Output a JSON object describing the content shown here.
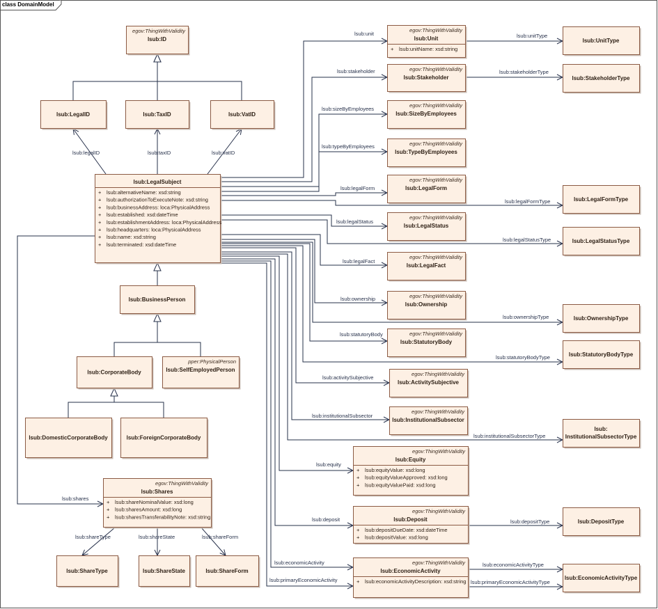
{
  "frame": {
    "title": "class DomainModel"
  },
  "classes": [
    {
      "id": "ID",
      "name": "lsub:ID",
      "stereotype": "egov:ThingWithValidity",
      "attributes": []
    },
    {
      "id": "LegalID",
      "name": "lsub:LegalID",
      "stereotype": "",
      "attributes": []
    },
    {
      "id": "TaxID",
      "name": "lsub:TaxID",
      "stereotype": "",
      "attributes": []
    },
    {
      "id": "VatID",
      "name": "lsub:VatID",
      "stereotype": "",
      "attributes": []
    },
    {
      "id": "LegalSubject",
      "name": "lsub:LegalSubject",
      "stereotype": "",
      "attributes": [
        "lsub:alternativeName: xsd:string",
        "lsub:authorizationToExecuteNote: xsd:string",
        "lsub:businessAddress: loca:PhysicalAddress",
        "lsub:established: xsd:dateTime",
        "lsub:establishmentAddress: loca:PhysicalAddress",
        "lsub:headquarters: loca:PhysicalAddress",
        "lsub:name: xsd:string",
        "lsub:terminated: xsd:dateTime"
      ]
    },
    {
      "id": "BusinessPerson",
      "name": "lsub:BusinessPerson",
      "stereotype": "",
      "attributes": []
    },
    {
      "id": "CorporateBody",
      "name": "lsub:CorporateBody",
      "stereotype": "",
      "attributes": []
    },
    {
      "id": "SelfEmployedPerson",
      "name": "lsub:SelfEmployedPerson",
      "stereotype": "pper:PhysicalPerson",
      "attributes": []
    },
    {
      "id": "DomesticCorporateBody",
      "name": "lsub:DomesticCorporateBody",
      "stereotype": "",
      "attributes": []
    },
    {
      "id": "ForeignCorporateBody",
      "name": "lsub:ForeignCorporateBody",
      "stereotype": "",
      "attributes": []
    },
    {
      "id": "Shares",
      "name": "lsub:Shares",
      "stereotype": "egov:ThingWithValidity",
      "attributes": [
        "lsub:shareNominalValue: xsd:long",
        "lsub:sharesAmount: xsd:long",
        "lsub:sharesTransferabilityNote: xsd:string"
      ]
    },
    {
      "id": "ShareType",
      "name": "lsub:ShareType",
      "stereotype": "",
      "attributes": []
    },
    {
      "id": "ShareState",
      "name": "lsub:ShareState",
      "stereotype": "",
      "attributes": []
    },
    {
      "id": "ShareForm",
      "name": "lsub:ShareForm",
      "stereotype": "",
      "attributes": []
    },
    {
      "id": "Unit",
      "name": "lsub:Unit",
      "stereotype": "egov:ThingWithValidity",
      "attributes": [
        "lsub:unitName: xsd:string"
      ]
    },
    {
      "id": "UnitType",
      "name": "lsub:UnitType",
      "stereotype": "",
      "attributes": []
    },
    {
      "id": "Stakeholder",
      "name": "lsub:Stakeholder",
      "stereotype": "egov:ThingWithValidity",
      "attributes": []
    },
    {
      "id": "StakeholderType",
      "name": "lsub:StakeholderType",
      "stereotype": "",
      "attributes": []
    },
    {
      "id": "SizeByEmployees",
      "name": "lsub:SizeByEmployees",
      "stereotype": "egov:ThingWithValidity",
      "attributes": []
    },
    {
      "id": "TypeByEmployees",
      "name": "lsub:TypeByEmployees",
      "stereotype": "egov:ThingWithValidity",
      "attributes": []
    },
    {
      "id": "LegalForm",
      "name": "lsub:LegalForm",
      "stereotype": "egov:ThingWithValidity",
      "attributes": []
    },
    {
      "id": "LegalFormType",
      "name": "lsub:LegalFormType",
      "stereotype": "",
      "attributes": []
    },
    {
      "id": "LegalStatus",
      "name": "lsub:LegalStatus",
      "stereotype": "egov:ThingWithValidity",
      "attributes": []
    },
    {
      "id": "LegalStatusType",
      "name": "lsub:LegalStatusType",
      "stereotype": "",
      "attributes": []
    },
    {
      "id": "LegalFact",
      "name": "lsub:LegalFact",
      "stereotype": "egov:ThingWithValidity",
      "attributes": []
    },
    {
      "id": "Ownership",
      "name": "lsub:Ownership",
      "stereotype": "egov:ThingWithValidity",
      "attributes": []
    },
    {
      "id": "OwnershipType",
      "name": "lsub:OwnershipType",
      "stereotype": "",
      "attributes": []
    },
    {
      "id": "StatutoryBody",
      "name": "lsub:StatutoryBody",
      "stereotype": "egov:ThingWithValidity",
      "attributes": []
    },
    {
      "id": "StatutoryBodyType",
      "name": "lsub:StatutoryBodyType",
      "stereotype": "",
      "attributes": []
    },
    {
      "id": "ActivitySubjective",
      "name": "lsub:ActivitySubjective",
      "stereotype": "egov:ThingWithValidity",
      "attributes": []
    },
    {
      "id": "InstitutionalSubsector",
      "name": "lsub:InstitutionalSubsector",
      "stereotype": "egov:ThingWithValidity",
      "attributes": []
    },
    {
      "id": "InstitutionalSubsectorType",
      "name": "lsub:\nInstitutionalSubsectorType",
      "stereotype": "",
      "attributes": []
    },
    {
      "id": "Equity",
      "name": "lsub:Equity",
      "stereotype": "egov:ThingWithValidity",
      "attributes": [
        "lsub:equityValue: xsd:long",
        "lsub:equityValueApproved: xsd:long",
        "lsub:equityValuePaid: xsd:long"
      ]
    },
    {
      "id": "Deposit",
      "name": "lsub:Deposit",
      "stereotype": "egov:ThingWithValidity",
      "attributes": [
        "lsub:depositDueDate: xsd:dateTime",
        "lsub:depositValue: xsd:long"
      ]
    },
    {
      "id": "DepositType",
      "name": "lsub:DepositType",
      "stereotype": "",
      "attributes": []
    },
    {
      "id": "EconomicActivity",
      "name": "lsub:EconomicActivity",
      "stereotype": "egov:ThingWithValidity",
      "attributes": [
        "lsub:economicActivityDescription: xsd:string"
      ]
    },
    {
      "id": "EconomicActivityType",
      "name": "lsub:EconomicActivityType",
      "stereotype": "",
      "attributes": []
    }
  ],
  "edge_labels": [
    {
      "id": "legalID",
      "text": "lsub:legalID"
    },
    {
      "id": "taxID",
      "text": "lsub:taxID"
    },
    {
      "id": "vatID",
      "text": "lsub:vatID"
    },
    {
      "id": "unit",
      "text": "lsub:unit"
    },
    {
      "id": "unitType",
      "text": "lsub:unitType"
    },
    {
      "id": "stakeholder",
      "text": "lsub:stakeholder"
    },
    {
      "id": "stakeholderType",
      "text": "lsub:stakeholderType"
    },
    {
      "id": "sizeByEmployees",
      "text": "lsub:sizeByEmployees"
    },
    {
      "id": "typeByEmployees",
      "text": "lsub:typeByEmployees"
    },
    {
      "id": "legalForm",
      "text": "lsub:legalForm"
    },
    {
      "id": "legalFormType",
      "text": "lsub:legalFormType"
    },
    {
      "id": "legalStatus",
      "text": "lsub:legalStatus"
    },
    {
      "id": "legalStatusType",
      "text": "lsub:legalStatusType"
    },
    {
      "id": "legalFact",
      "text": "lsub:legalFact"
    },
    {
      "id": "ownership",
      "text": "lsub:ownership"
    },
    {
      "id": "ownershipType",
      "text": "lsub:ownershipType"
    },
    {
      "id": "statutoryBody",
      "text": "lsub:statutoryBody"
    },
    {
      "id": "statutoryBodyType",
      "text": "lsub:statutoryBodyType"
    },
    {
      "id": "activitySubjective",
      "text": "lsub:activitySubjective"
    },
    {
      "id": "institutionalSubsector",
      "text": "lsub:institutionalSubsector"
    },
    {
      "id": "institutionalSubsectorType",
      "text": "lsub:institutionalSubsectorType"
    },
    {
      "id": "equity",
      "text": "lsub:equity"
    },
    {
      "id": "deposit",
      "text": "lsub:deposit"
    },
    {
      "id": "depositType",
      "text": "lsub:depositType"
    },
    {
      "id": "economicActivity",
      "text": "lsub:economicActivity"
    },
    {
      "id": "economicActivityType",
      "text": "lsub:economicActivityType"
    },
    {
      "id": "primaryEconomicActivity",
      "text": "lsub:primaryEconomicActivity"
    },
    {
      "id": "primaryEconomicActivityType",
      "text": "lsub:primaryEconomicActivityType"
    },
    {
      "id": "shares",
      "text": "lsub:shares"
    },
    {
      "id": "shareType",
      "text": "lsub:shareType"
    },
    {
      "id": "shareState",
      "text": "lsub:shareState"
    },
    {
      "id": "shareForm",
      "text": "lsub:shareForm"
    }
  ]
}
